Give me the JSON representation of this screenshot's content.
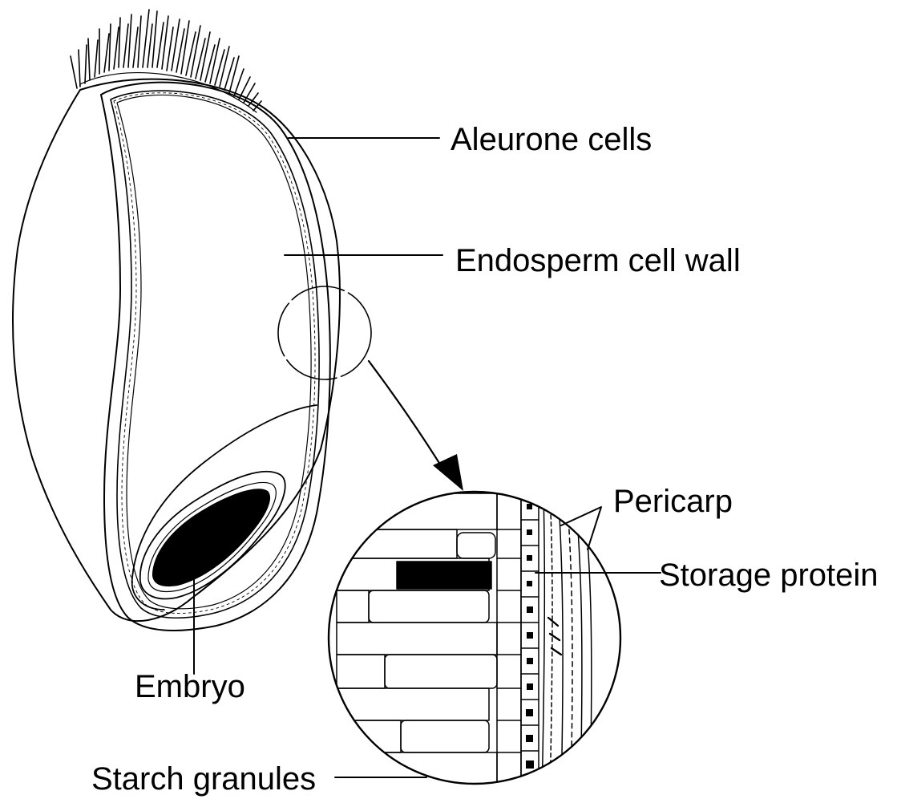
{
  "labels": {
    "aleurone_cells": "Aleurone cells",
    "endosperm_cell_wall": "Endosperm cell wall",
    "pericarp": "Pericarp",
    "storage_protein": "Storage protein",
    "embryo": "Embryo",
    "starch_granules": "Starch granules"
  },
  "colors": {
    "ink": "#000000",
    "paper": "#ffffff"
  }
}
